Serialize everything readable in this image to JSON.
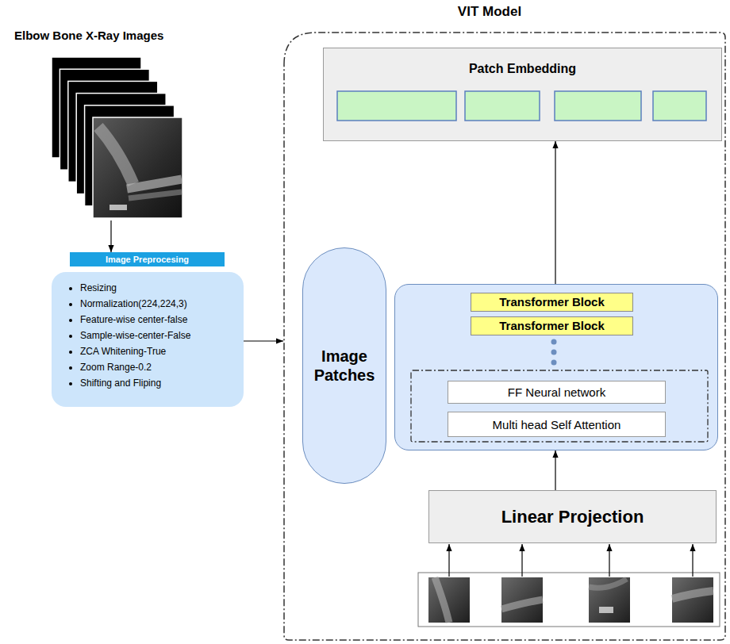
{
  "diagram": {
    "nodes": [
      {
        "text": [
          "Elbow Bone X-Ray Images"
        ]
      },
      {
        "text": [
          "Image Preprocesing",
          "Resizing",
          "Normalization(224,224,3)",
          "Feature-wise center-false",
          "Sample-wise-center-False",
          "ZCA Whitening-True",
          "Zoom Range-0.2",
          "Shifting and Fliping"
        ]
      },
      {
        "text": [
          "VIT Model"
        ]
      },
      {
        "text": [
          "Patch Embedding"
        ],
        "in": 2
      },
      {
        "text": [
          "Image Patches"
        ],
        "in": 2
      },
      {
        "text": [],
        "in": 2
      },
      {
        "text": [
          "Transformer Block"
        ],
        "in": 5
      },
      {
        "text": [
          "Transformer Block"
        ],
        "in": 5
      },
      {
        "text": [
          "FF Neural network"
        ],
        "in": 5
      },
      {
        "text": [
          "Multi head Self Attention"
        ],
        "in": 5
      },
      {
        "text": [
          "Linear Projection"
        ],
        "in": 2
      }
    ],
    "edges": [
      {
        "from": 0,
        "to": 1,
        "arrow": "to"
      },
      {
        "from": 1,
        "to": 2,
        "arrow": "to"
      },
      {
        "from": 10,
        "to": 5,
        "arrow": "to"
      },
      {
        "from": 5,
        "to": 3,
        "arrow": "to"
      }
    ]
  }
}
